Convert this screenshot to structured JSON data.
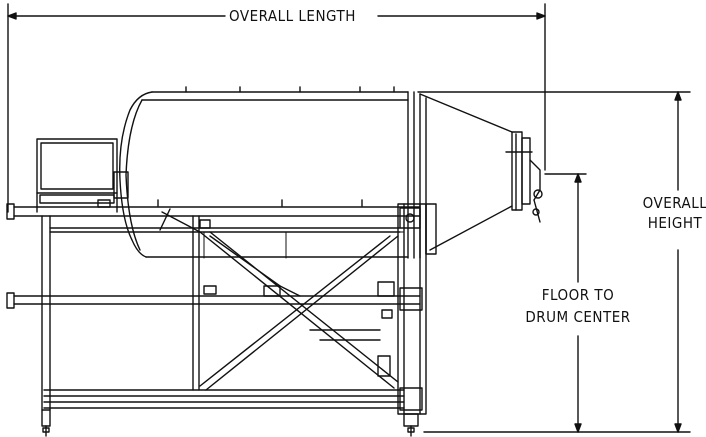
{
  "dimensions": {
    "overall_length": "OVERALL LENGTH",
    "overall_height_line1": "OVERALL",
    "overall_height_line2": "HEIGHT",
    "floor_to_drum_line1": "FLOOR TO",
    "floor_to_drum_line2": "DRUM CENTER"
  }
}
